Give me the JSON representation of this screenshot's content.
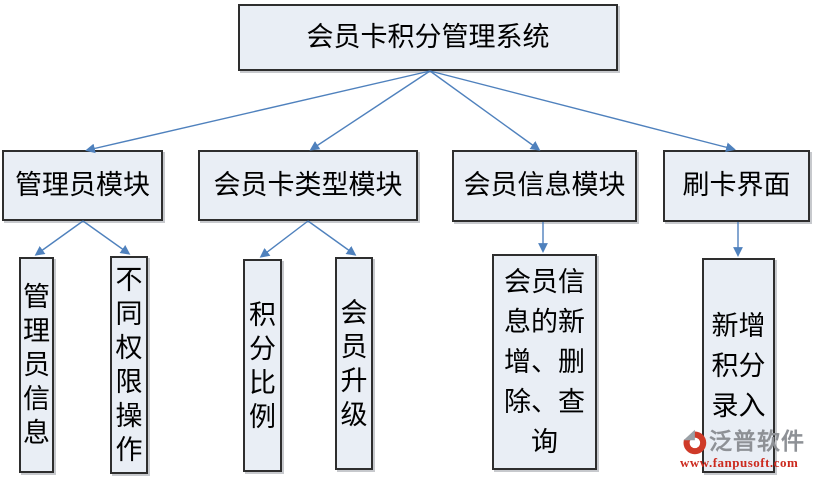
{
  "diagram": {
    "root": {
      "label": "会员卡积分管理系统"
    },
    "modules": [
      {
        "label": "管理员模块"
      },
      {
        "label": "会员卡类型模块"
      },
      {
        "label": "会员信息模块"
      },
      {
        "label": "刷卡界面"
      }
    ],
    "leaves": [
      {
        "label": "管理员信息",
        "parent": "管理员模块"
      },
      {
        "label": "不同权限操作",
        "parent": "管理员模块"
      },
      {
        "label": "积分比例",
        "parent": "会员卡类型模块"
      },
      {
        "label": "会员升级",
        "parent": "会员卡类型模块"
      },
      {
        "label": "会员信息的新增、删除、查询",
        "wrapped": "会员信\n息的新\n增、删\n除、查\n询",
        "parent": "会员信息模块"
      },
      {
        "label": "新增积分录入",
        "wrapped": "新增\n积分\n录入",
        "parent": "刷卡界面"
      }
    ]
  },
  "watermark": {
    "brand": "泛普软件",
    "url": "www.fanpusoft.com"
  },
  "colors": {
    "box_fill": "#e9eef5",
    "box_border": "#2e2e2e",
    "connector": "#4f81bd",
    "text": "#000000",
    "watermark_text": "#8e9196",
    "watermark_url": "#cc2a1e",
    "background": "#ffffff"
  }
}
